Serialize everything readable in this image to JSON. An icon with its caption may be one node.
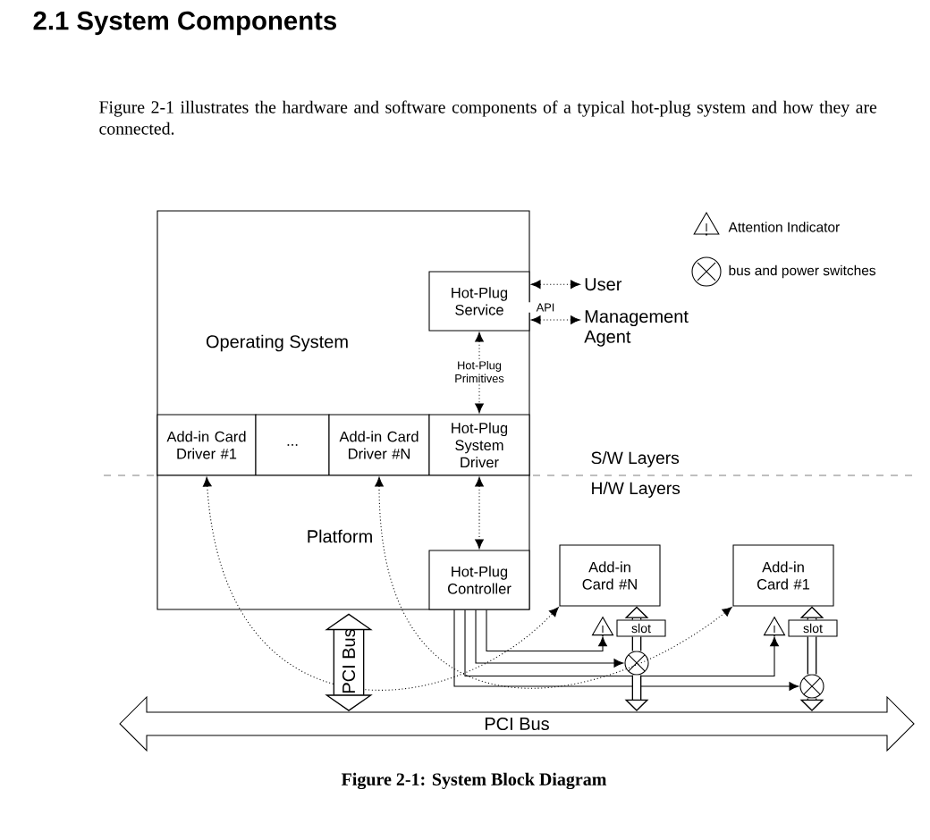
{
  "diagram": {
    "title": "2.1 System Components",
    "caption": "Figure 2-1: System Block Diagram",
    "nodes": [
      {
        "text": [
          "Operating System"
        ]
      },
      {
        "text": [
          "Hot-Plug Service"
        ],
        "in": 0
      },
      {
        "text": [
          "Add-in Card Driver #1"
        ],
        "in": 0
      },
      {
        "text": [
          "..."
        ],
        "in": 0
      },
      {
        "text": [
          "Add-in Card Driver #N"
        ],
        "in": 0
      },
      {
        "text": [
          "Hot-Plug System Driver"
        ],
        "in": 0
      },
      {
        "text": [
          "User"
        ]
      },
      {
        "text": [
          "Management Agent"
        ]
      },
      {
        "text": [
          "Platform"
        ]
      },
      {
        "text": [
          "Hot-Plug Controller"
        ],
        "in": 8
      },
      {
        "text": [
          "Add-in Card #N"
        ]
      },
      {
        "text": [
          "Add-in Card #1"
        ]
      },
      {
        "text": [
          "PCI Bus"
        ]
      },
      {
        "text": [],
        "shape": "triangle"
      },
      {
        "text": [
          "slot"
        ]
      },
      {
        "text": [],
        "shape": "circle"
      },
      {
        "text": [],
        "shape": "triangle"
      },
      {
        "text": [
          "slot"
        ]
      },
      {
        "text": [],
        "shape": "circle"
      }
    ],
    "edges": [
      {
        "from": 1,
        "to": 6,
        "arrow": "both",
        "style": "dashed"
      },
      {
        "from": 1,
        "to": 7,
        "arrow": "both",
        "style": "dashed",
        "label": "API"
      },
      {
        "from": 1,
        "to": 5,
        "arrow": "both",
        "style": "dashed",
        "label": "Hot-Plug Primitives"
      },
      {
        "from": 5,
        "to": 9,
        "arrow": "both",
        "style": "dashed"
      },
      {
        "from": 2,
        "to": 10,
        "arrow": "both",
        "style": "dashed"
      },
      {
        "from": 4,
        "to": 11,
        "arrow": "both",
        "style": "dashed"
      },
      {
        "from": 9,
        "to": 13,
        "arrow": "to"
      },
      {
        "from": 9,
        "to": 15,
        "arrow": "to"
      },
      {
        "from": 9,
        "to": 16,
        "arrow": "to"
      },
      {
        "from": 9,
        "to": 18,
        "arrow": "to"
      },
      {
        "from": 14,
        "to": 10,
        "arrow": "to",
        "style": "thick"
      },
      {
        "from": 14,
        "to": 15,
        "arrow": "none",
        "style": "thick"
      },
      {
        "from": 15,
        "to": 12,
        "arrow": "to",
        "style": "thick"
      },
      {
        "from": 17,
        "to": 11,
        "arrow": "to",
        "style": "thick"
      },
      {
        "from": 17,
        "to": 18,
        "arrow": "none",
        "style": "thick"
      },
      {
        "from": 18,
        "to": 12,
        "arrow": "to",
        "style": "thick"
      },
      {
        "from": 8,
        "to": 12,
        "arrow": "both",
        "style": "thick",
        "label": "PCI Bus"
      }
    ],
    "labels": [
      "Figure 2-1 illustrates the hardware and software components of a typical hot-plug system and how they are connected.",
      "S/W Layers",
      "H/W Layers"
    ],
    "legend": [
      {
        "text": "Attention Indicator"
      },
      {
        "text": "bus and power switches"
      }
    ]
  }
}
